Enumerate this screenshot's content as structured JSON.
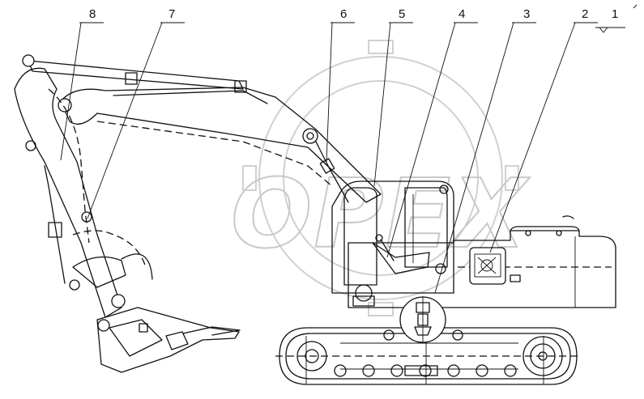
{
  "watermark": {
    "text": "OPEX",
    "logo_icon": "gear-icon"
  },
  "callouts": [
    {
      "id": "callout-1",
      "label": "1"
    },
    {
      "id": "callout-2",
      "label": "2"
    },
    {
      "id": "callout-3",
      "label": "3"
    },
    {
      "id": "callout-4",
      "label": "4"
    },
    {
      "id": "callout-5",
      "label": "5"
    },
    {
      "id": "callout-6",
      "label": "6"
    },
    {
      "id": "callout-7",
      "label": "7"
    },
    {
      "id": "callout-8",
      "label": "8"
    }
  ]
}
